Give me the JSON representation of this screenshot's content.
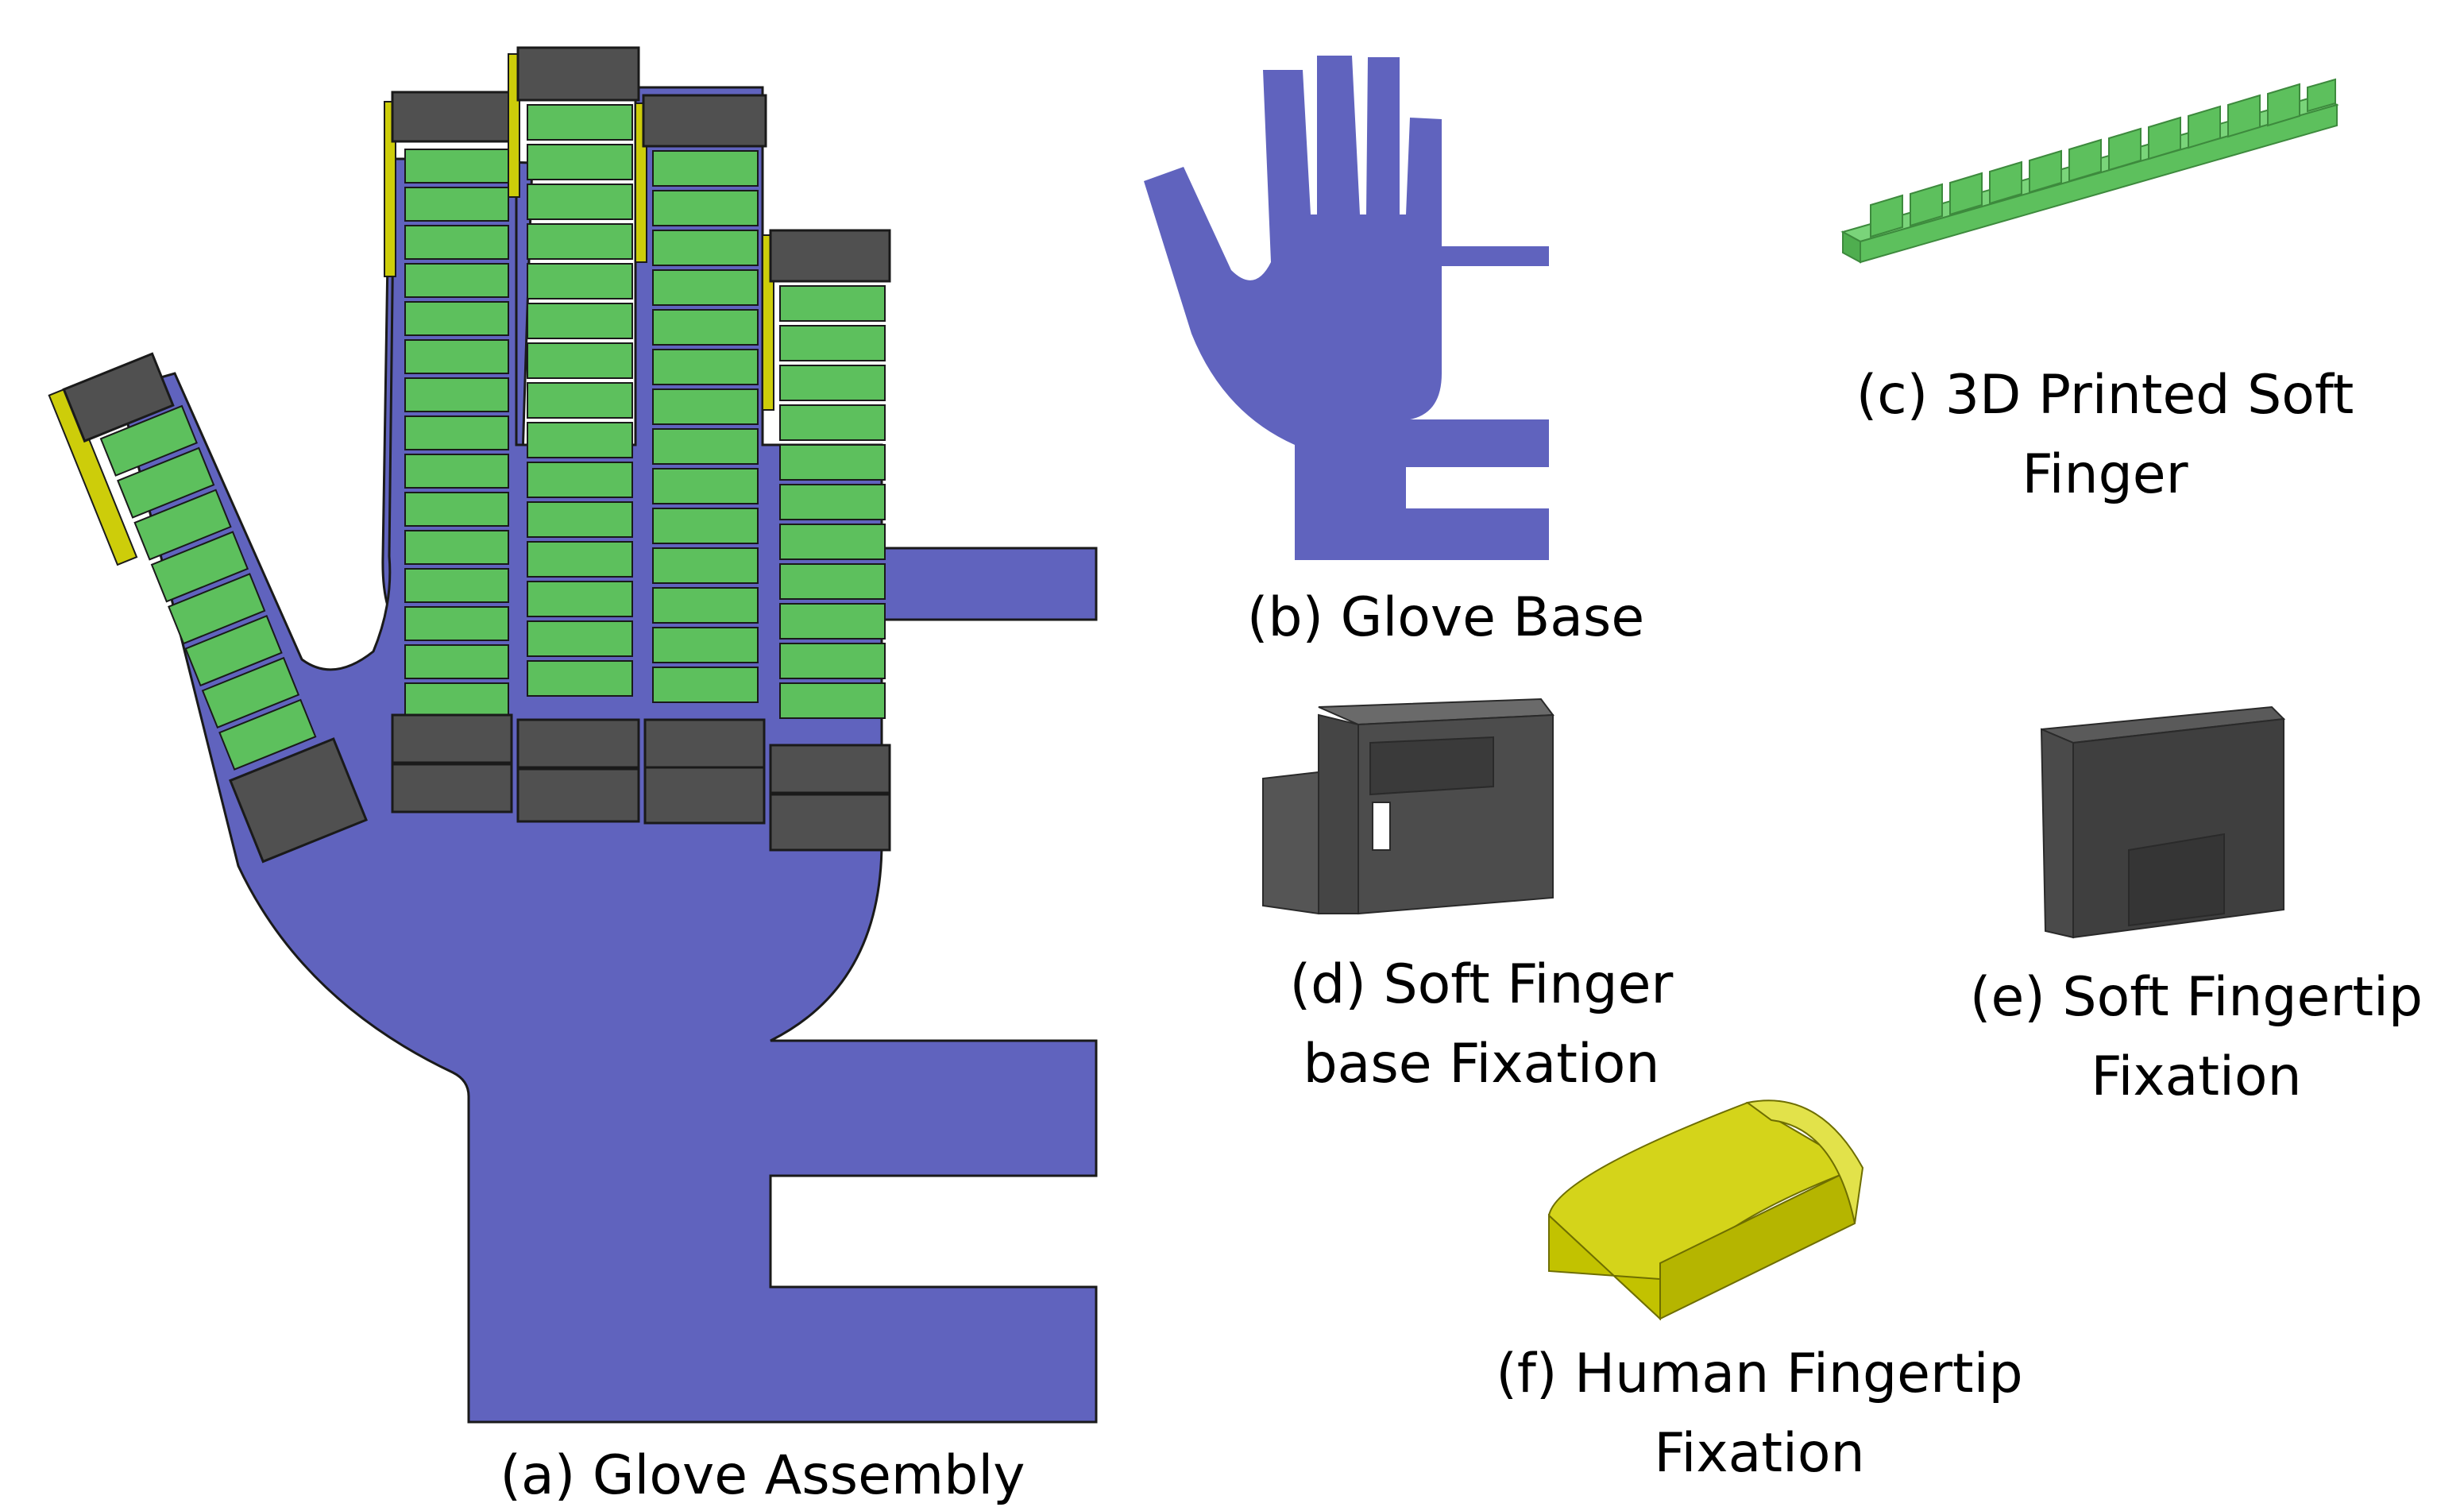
{
  "colors": {
    "glove_blue": "#6063be",
    "soft_finger_green": "#5dc05d",
    "fixation_gray": "#505050",
    "fingertip_yellow": "#cdcd0a",
    "outline": "#1a1a1a"
  },
  "captions": {
    "a": "(a) Glove Assembly",
    "b": "(b) Glove Base",
    "c_line1": "(c) 3D Printed Soft",
    "c_line2": "Finger",
    "d_line1": "(d) Soft Finger",
    "d_line2": "base Fixation",
    "e_line1": "(e) Soft Fingertip",
    "e_line2": "Fixation",
    "f_line1": "(f) Human Fingertip",
    "f_line2": "Fixation"
  }
}
